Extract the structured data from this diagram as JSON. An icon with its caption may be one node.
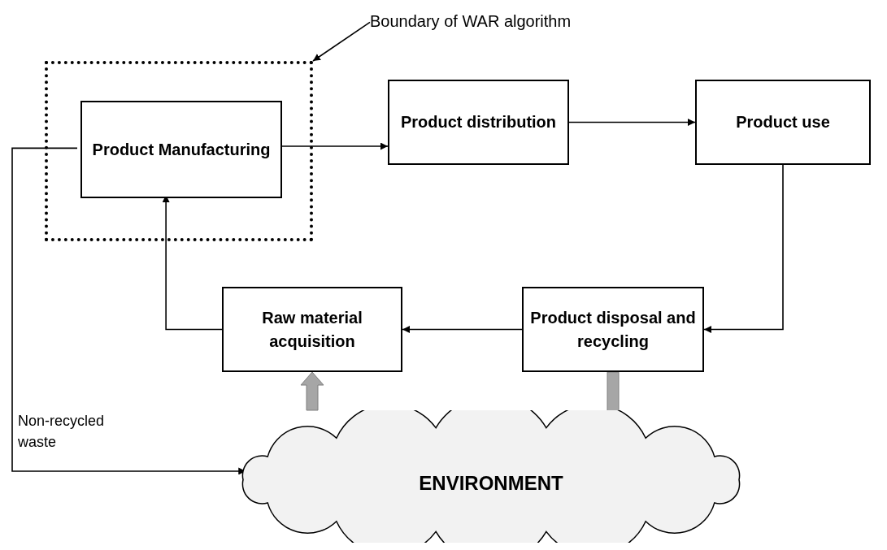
{
  "diagram": {
    "nodes": [
      {
        "text": [
          "Boundary of WAR algorithm"
        ]
      },
      {
        "text": [],
        "shape": "box"
      },
      {
        "text": [
          "Product Manufacturing"
        ],
        "in": 1
      },
      {
        "text": [
          "Product distribution"
        ]
      },
      {
        "text": [
          "Product use"
        ]
      },
      {
        "text": [
          "Product disposal and recycling"
        ]
      },
      {
        "text": [
          "Raw material acquisition"
        ]
      },
      {
        "text": [
          "ENVIRONMENT"
        ]
      }
    ],
    "edges": [
      {
        "from": 0,
        "to": 1,
        "arrow": "to"
      },
      {
        "from": 2,
        "to": 3,
        "arrow": "to"
      },
      {
        "from": 3,
        "to": 4,
        "arrow": "to"
      },
      {
        "from": 4,
        "to": 5,
        "arrow": "to"
      },
      {
        "from": 5,
        "to": 6,
        "arrow": "to"
      },
      {
        "from": 6,
        "to": 2,
        "arrow": "to"
      },
      {
        "from": 2,
        "to": 7,
        "arrow": "to",
        "label": "Non-recycled waste"
      },
      {
        "from": 7,
        "to": 6,
        "arrow": "to",
        "style": "thick",
        "color": "#a6a6a6"
      },
      {
        "from": 5,
        "to": 7,
        "arrow": "to",
        "style": "thick",
        "color": "#a6a6a6"
      }
    ]
  }
}
